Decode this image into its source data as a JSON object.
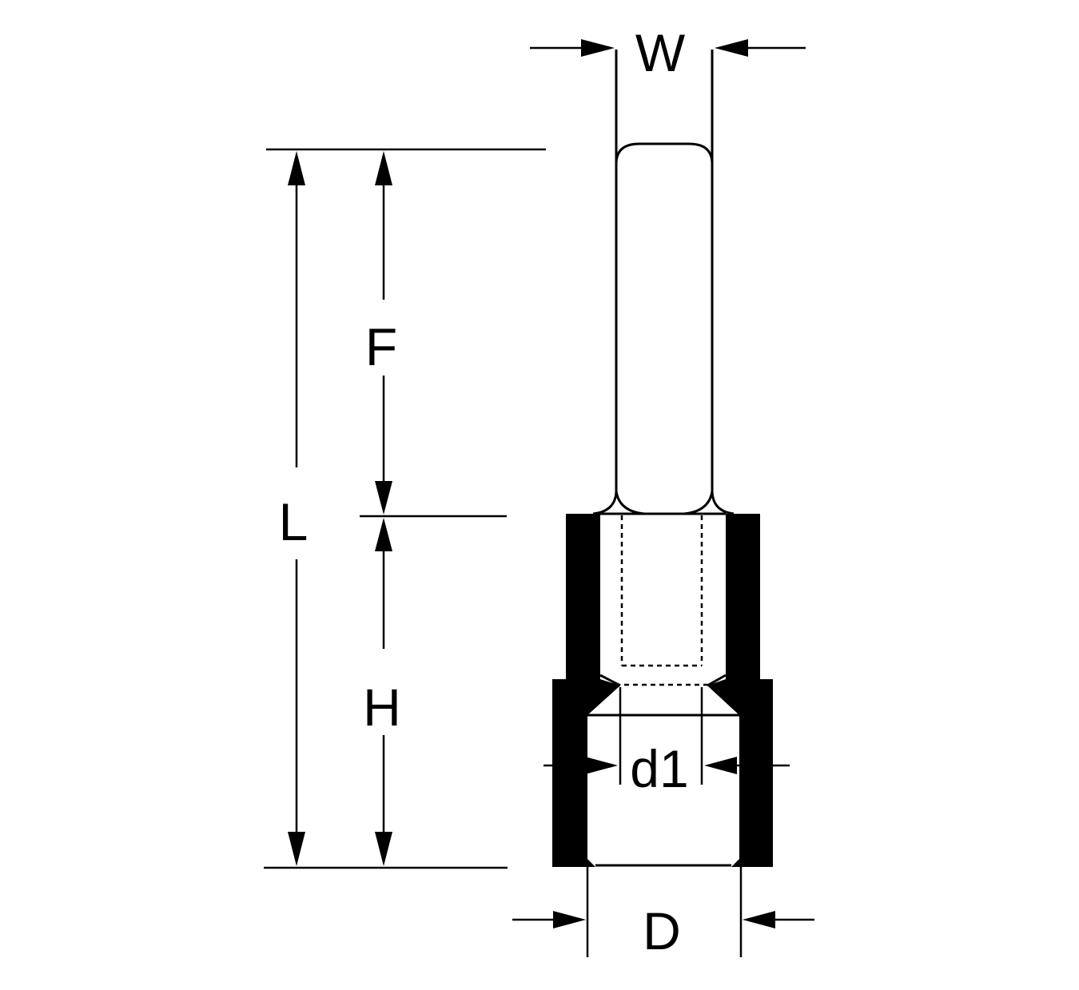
{
  "labels": {
    "w": "W",
    "f": "F",
    "l": "L",
    "h": "H",
    "d1": "d1",
    "d": "D"
  },
  "colors": {
    "ink": "#000000",
    "background": "#ffffff"
  }
}
